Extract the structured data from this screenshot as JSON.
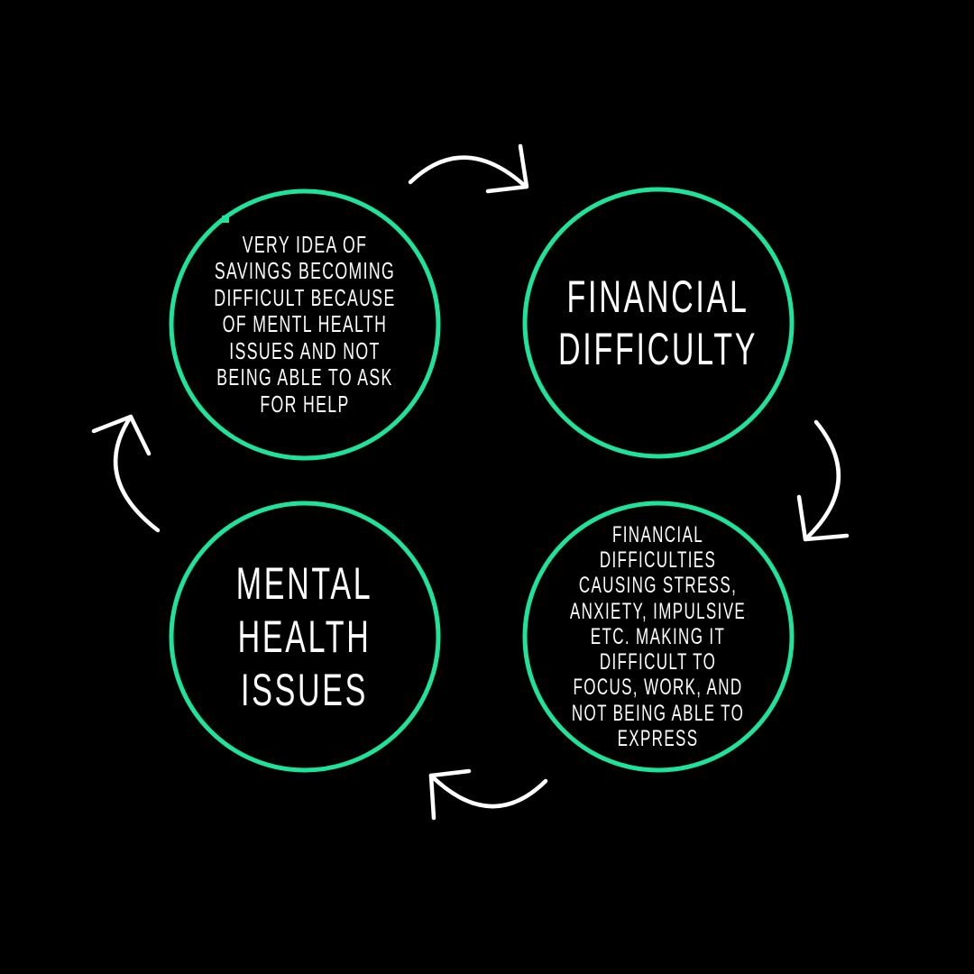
{
  "colors": {
    "background": "#000000",
    "circle_stroke": "#1ee39a",
    "arrow": "#ffffff",
    "text": "#ffffff"
  },
  "nodes": {
    "top_left": "VERY IDEA OF\nSAVINGS BECOMING\nDIFFICULT BECAUSE\nOF MENTL HEALTH\nISSUES AND NOT\nBEING ABLE TO ASK\nFOR HELP",
    "top_right": "FINANCIAL\nDIFFICULTY",
    "bottom_right": "FINANCIAL\nDIFFICULTIES\nCAUSING STRESS,\nANXIETY, IMPULSIVE\nETC. MAKING IT\nDIFFICULT TO\nFOCUS, WORK, AND\nNOT BEING ABLE TO\nEXPRESS",
    "bottom_left": "MENTAL\nHEALTH\nISSUES"
  }
}
